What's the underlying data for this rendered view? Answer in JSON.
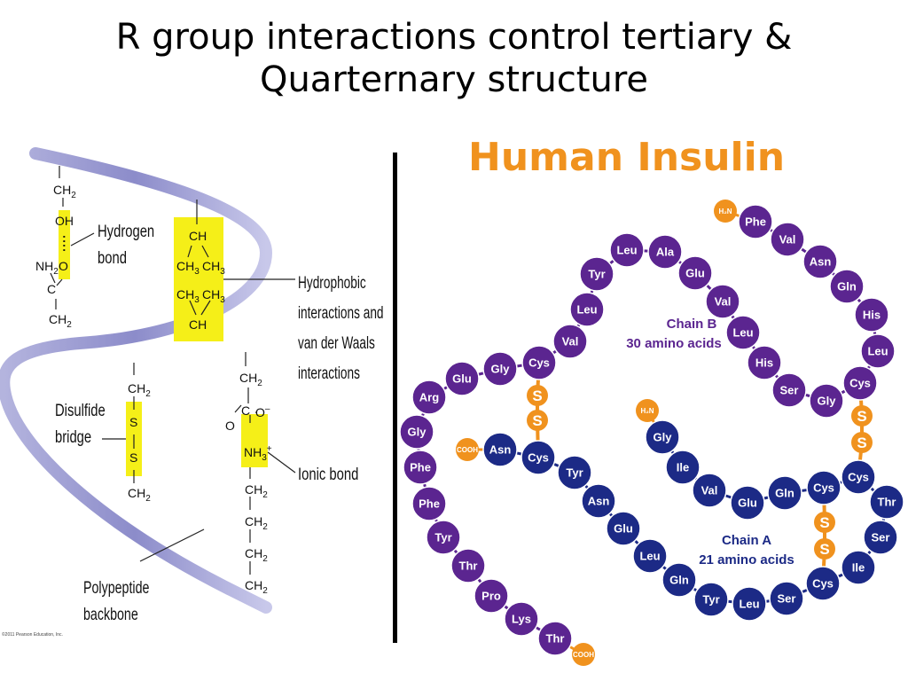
{
  "title_line1": "R group interactions control tertiary &",
  "title_line2": "Quarternary structure",
  "left": {
    "labels": {
      "hydrogen1": "Hydrogen",
      "hydrogen2": "bond",
      "hydrophobic1": "Hydrophobic",
      "hydrophobic2": "interactions and",
      "hydrophobic3": "van der Waals",
      "hydrophobic4": "interactions",
      "disulfide1": "Disulfide",
      "disulfide2": "bridge",
      "ionic": "Ionic bond",
      "backbone1": "Polypeptide",
      "backbone2": "backbone"
    },
    "copyright": "©2011 Pearson Education, Inc.",
    "chem": {
      "ch": "CH",
      "ch2": "CH",
      "ch3": "CH",
      "sub2": "2",
      "sub3": "3",
      "oh": "OH",
      "o": "O",
      "o_minus": "O",
      "c": "C",
      "s": "S",
      "nh2": "NH",
      "nh3": "NH",
      "minus": "–",
      "plus": "+",
      "dots": ":"
    }
  },
  "right": {
    "heading": "Human Insulin",
    "chain_b_label1": "Chain B",
    "chain_b_label2": "30 amino acids",
    "chain_a_label1": "Chain A",
    "chain_a_label2": "21 amino acids",
    "nterm": "H₂N",
    "cterm": "COOH",
    "sulfur": "S",
    "chain_b": [
      "Phe",
      "Val",
      "Asn",
      "Gln",
      "His",
      "Leu",
      "Cys",
      "Gly",
      "Ser",
      "His",
      "Leu",
      "Val",
      "Glu",
      "Ala",
      "Leu",
      "Tyr",
      "Leu",
      "Val",
      "Cys",
      "Gly",
      "Glu",
      "Arg",
      "Gly",
      "Phe",
      "Phe",
      "Tyr",
      "Thr",
      "Pro",
      "Lys",
      "Thr"
    ],
    "chain_a": [
      "Gly",
      "Ile",
      "Val",
      "Glu",
      "Gln",
      "Cys",
      "Cys",
      "Thr",
      "Ser",
      "Ile",
      "Cys",
      "Ser",
      "Leu",
      "Tyr",
      "Gln",
      "Leu",
      "Glu",
      "Asn",
      "Tyr",
      "Cys",
      "Asn"
    ],
    "colors": {
      "chain_b": "#5b2590",
      "chain_a": "#1c2a86",
      "sulfur": "#f0921e",
      "heading": "#f0921e",
      "chain_b_text": "#5b2590",
      "chain_a_text": "#1c2a86"
    }
  }
}
